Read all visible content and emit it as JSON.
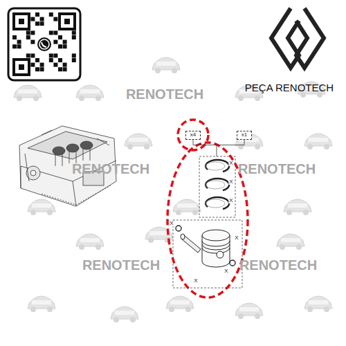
{
  "diagram": {
    "nodes": [
      {
        "text": [
          "x4"
        ]
      },
      {
        "text": [
          "x1"
        ]
      }
    ],
    "edges": [
      {
        "from": 0,
        "to": 1,
        "arrow": "none"
      }
    ],
    "labels": [
      "PEÇA RENOTECH",
      "RENOTECH",
      "RENOTECH",
      "RENOTECH",
      "RENOTECH",
      "RENOTECH",
      "X",
      "X",
      "X",
      "X",
      "X",
      "X",
      "X"
    ]
  }
}
